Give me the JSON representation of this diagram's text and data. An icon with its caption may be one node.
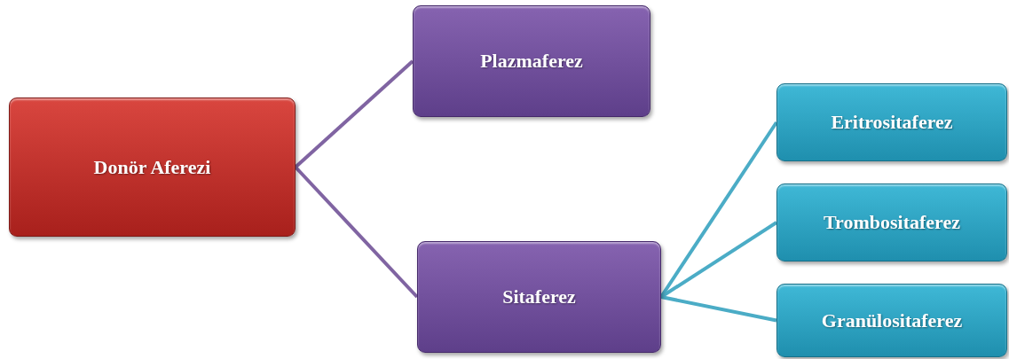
{
  "diagram": {
    "nodes": [
      {
        "text": [
          "Donör Aferezi"
        ]
      },
      {
        "text": [
          "Plazmaferez"
        ]
      },
      {
        "text": [
          "Sitaferez"
        ]
      },
      {
        "text": [
          "Eritrositaferez"
        ]
      },
      {
        "text": [
          "Trombositaferez"
        ]
      },
      {
        "text": [
          "Granülositaferez"
        ]
      }
    ],
    "edges": [
      {
        "from": 0,
        "to": 1,
        "arrow": "none",
        "color": "#8064a2"
      },
      {
        "from": 0,
        "to": 2,
        "arrow": "none",
        "color": "#8064a2"
      },
      {
        "from": 2,
        "to": 3,
        "arrow": "none"
      },
      {
        "from": 2,
        "to": 4,
        "arrow": "none"
      },
      {
        "from": 2,
        "to": 5,
        "arrow": "none"
      }
    ]
  }
}
